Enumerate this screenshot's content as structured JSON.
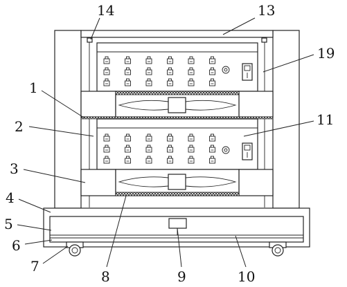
{
  "diagram": {
    "labels": {
      "l1": "1",
      "l2": "2",
      "l3": "3",
      "l4": "4",
      "l5": "5",
      "l6": "6",
      "l7": "7",
      "l8": "8",
      "l9": "9",
      "l10": "10",
      "l11": "11",
      "l13": "13",
      "l14": "14",
      "l19": "19"
    },
    "socket_grid": {
      "rows": 3,
      "columns": 6
    }
  }
}
